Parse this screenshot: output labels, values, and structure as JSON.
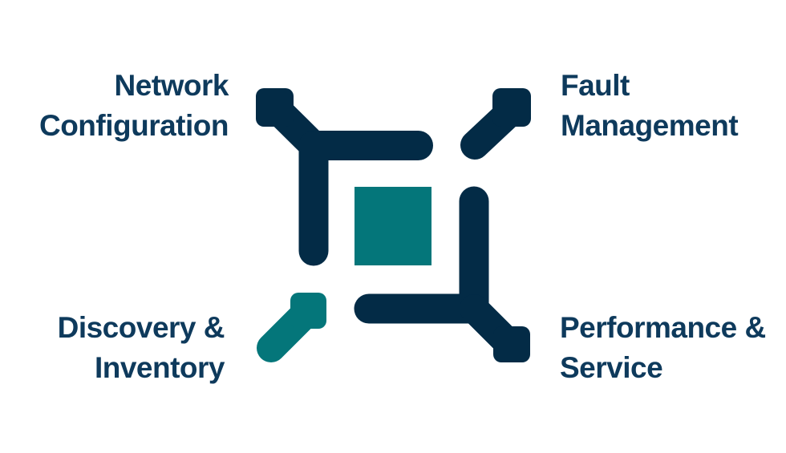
{
  "colors": {
    "navy": "#032b46",
    "teal": "#04767a",
    "label_text": "#0e3a5c",
    "background": "#ffffff"
  },
  "diagram": {
    "labels": {
      "top_left": "Network\nConfiguration",
      "top_right": "Fault\nManagement",
      "bottom_left": "Discovery &\nInventory",
      "bottom_right": "Performance &\nService"
    }
  }
}
